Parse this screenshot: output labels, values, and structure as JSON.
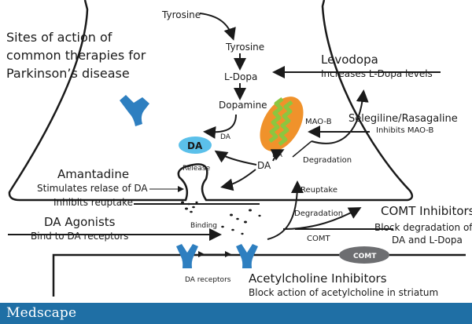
{
  "title_lines": [
    "Sites of action of",
    "common therapies for",
    "Parkinson’s disease"
  ],
  "pathway": {
    "tyrosine_outside": "Tyrosine",
    "tyrosine": "Tyrosine",
    "ldopa": "L-Dopa",
    "dopamine": "Dopamine",
    "da_vesicle": "DA",
    "da_arrow_label": "DA",
    "da_release_center": "DA",
    "mao_b": "MAO-B",
    "da_mao": "DA",
    "degradation_upper": "Degradation",
    "release": "Release",
    "reuptake": "Reuptake",
    "binding": "Binding",
    "degradation_lower": "Degradation",
    "comt_label": "COMT",
    "comt_enzyme": "COMT",
    "da_receptors": "DA receptors"
  },
  "therapies": {
    "levodopa": {
      "name": "Levodopa",
      "action": "Increases L-Dopa levels"
    },
    "selegiline": {
      "name": "Selegiline/Rasagaline",
      "action": "Inhibits MAO-B"
    },
    "amantadine": {
      "name": "Amantadine",
      "action1": "Stimulates relase of DA",
      "action2": "Inhibits reuptake"
    },
    "da_agonists": {
      "name": "DA Agonists",
      "action": "Bind to DA receptors"
    },
    "comt_inhibitors": {
      "name": "COMT Inhibitors",
      "action1": "Block degradation of",
      "action2": "DA and L-Dopa"
    },
    "acetylcholine": {
      "name": "Acetylcholine Inhibitors",
      "action": "Block action of acetylcholine in striatum"
    }
  },
  "colors": {
    "receptor": "#2e7fc0",
    "vesicle": "#5bc0ea",
    "mitochondria_outer": "#f0922b",
    "mitochondria_inner": "#8cc63f",
    "comt_enzyme": "#6d6e71",
    "footer": "#1f6fa5"
  },
  "footer": {
    "logo": "Medscape"
  }
}
